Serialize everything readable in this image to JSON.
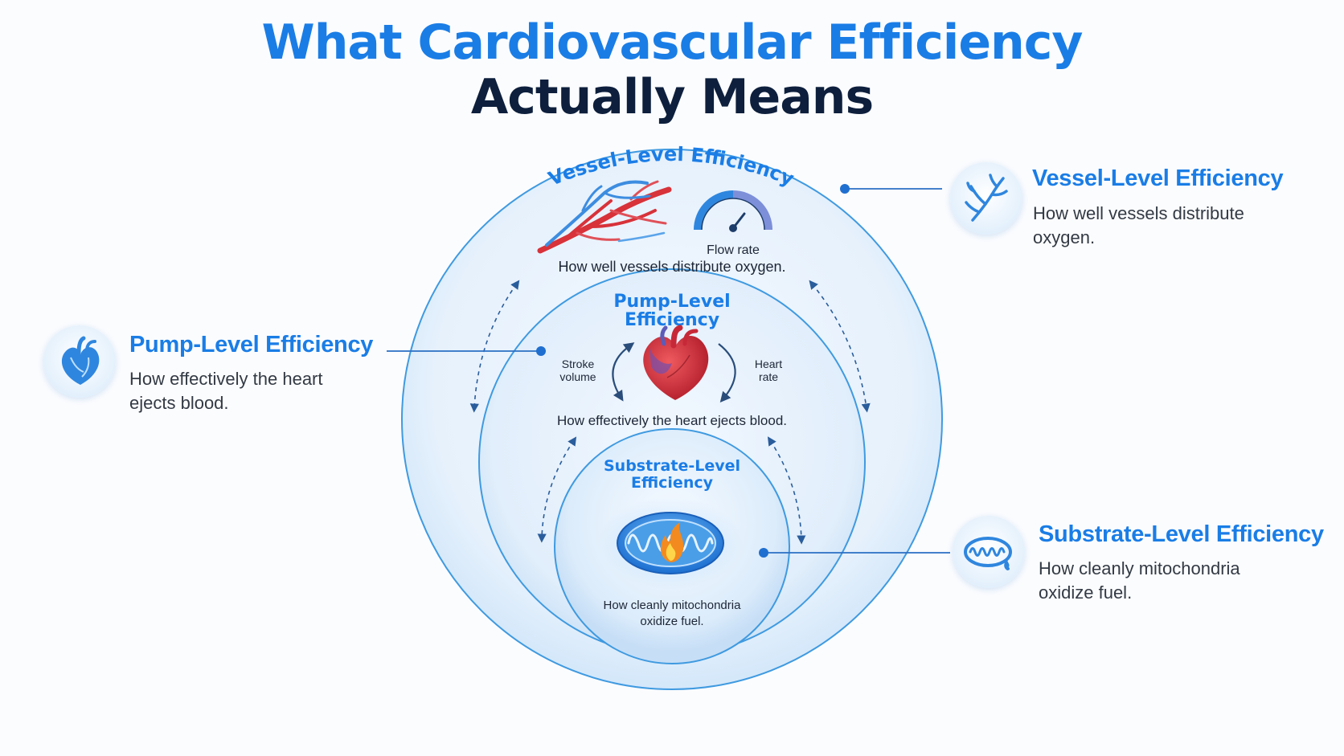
{
  "title": {
    "line1": "What Cardiovascular Efficiency",
    "line2": "Actually Means"
  },
  "colors": {
    "accent": "#1a7de6",
    "dark": "#0d1f3c",
    "circle_stroke": "#3f9ae0",
    "vessel_red": "#d8323a",
    "vessel_blue": "#3d8de0",
    "heart_red": "#d62f3a"
  },
  "diagram": {
    "outer": {
      "arc_title": "Vessel-Level Efficiency",
      "gauge_label": "Flow rate",
      "description": "How well vessels distribute oxygen.",
      "icons": [
        "blood-vessels-icon",
        "gauge-icon"
      ]
    },
    "middle": {
      "title_line1": "Pump-Level",
      "title_line2": "Efficiency",
      "left_label_line1": "Stroke",
      "left_label_line2": "volume",
      "right_label_line1": "Heart",
      "right_label_line2": "rate",
      "description": "How effectively the heart ejects blood.",
      "icons": [
        "heart-icon"
      ]
    },
    "inner": {
      "title_line1": "Substrate-Level",
      "title_line2": "Efficiency",
      "description_line1": "How cleanly mitochondria",
      "description_line2": "oxidize fuel.",
      "icons": [
        "mitochondria-flame-icon"
      ]
    }
  },
  "callouts": {
    "vessel": {
      "title": "Vessel-Level Efficiency",
      "description": "How well vessels distribute oxygen.",
      "icon": "vessel-icon"
    },
    "pump": {
      "title": "Pump-Level Efficiency",
      "description": "How effectively the heart ejects blood.",
      "icon": "heart-icon"
    },
    "substrate": {
      "title": "Substrate-Level Efficiency",
      "description": "How cleanly mitochondria oxidize fuel.",
      "icon": "mitochondria-icon"
    }
  }
}
